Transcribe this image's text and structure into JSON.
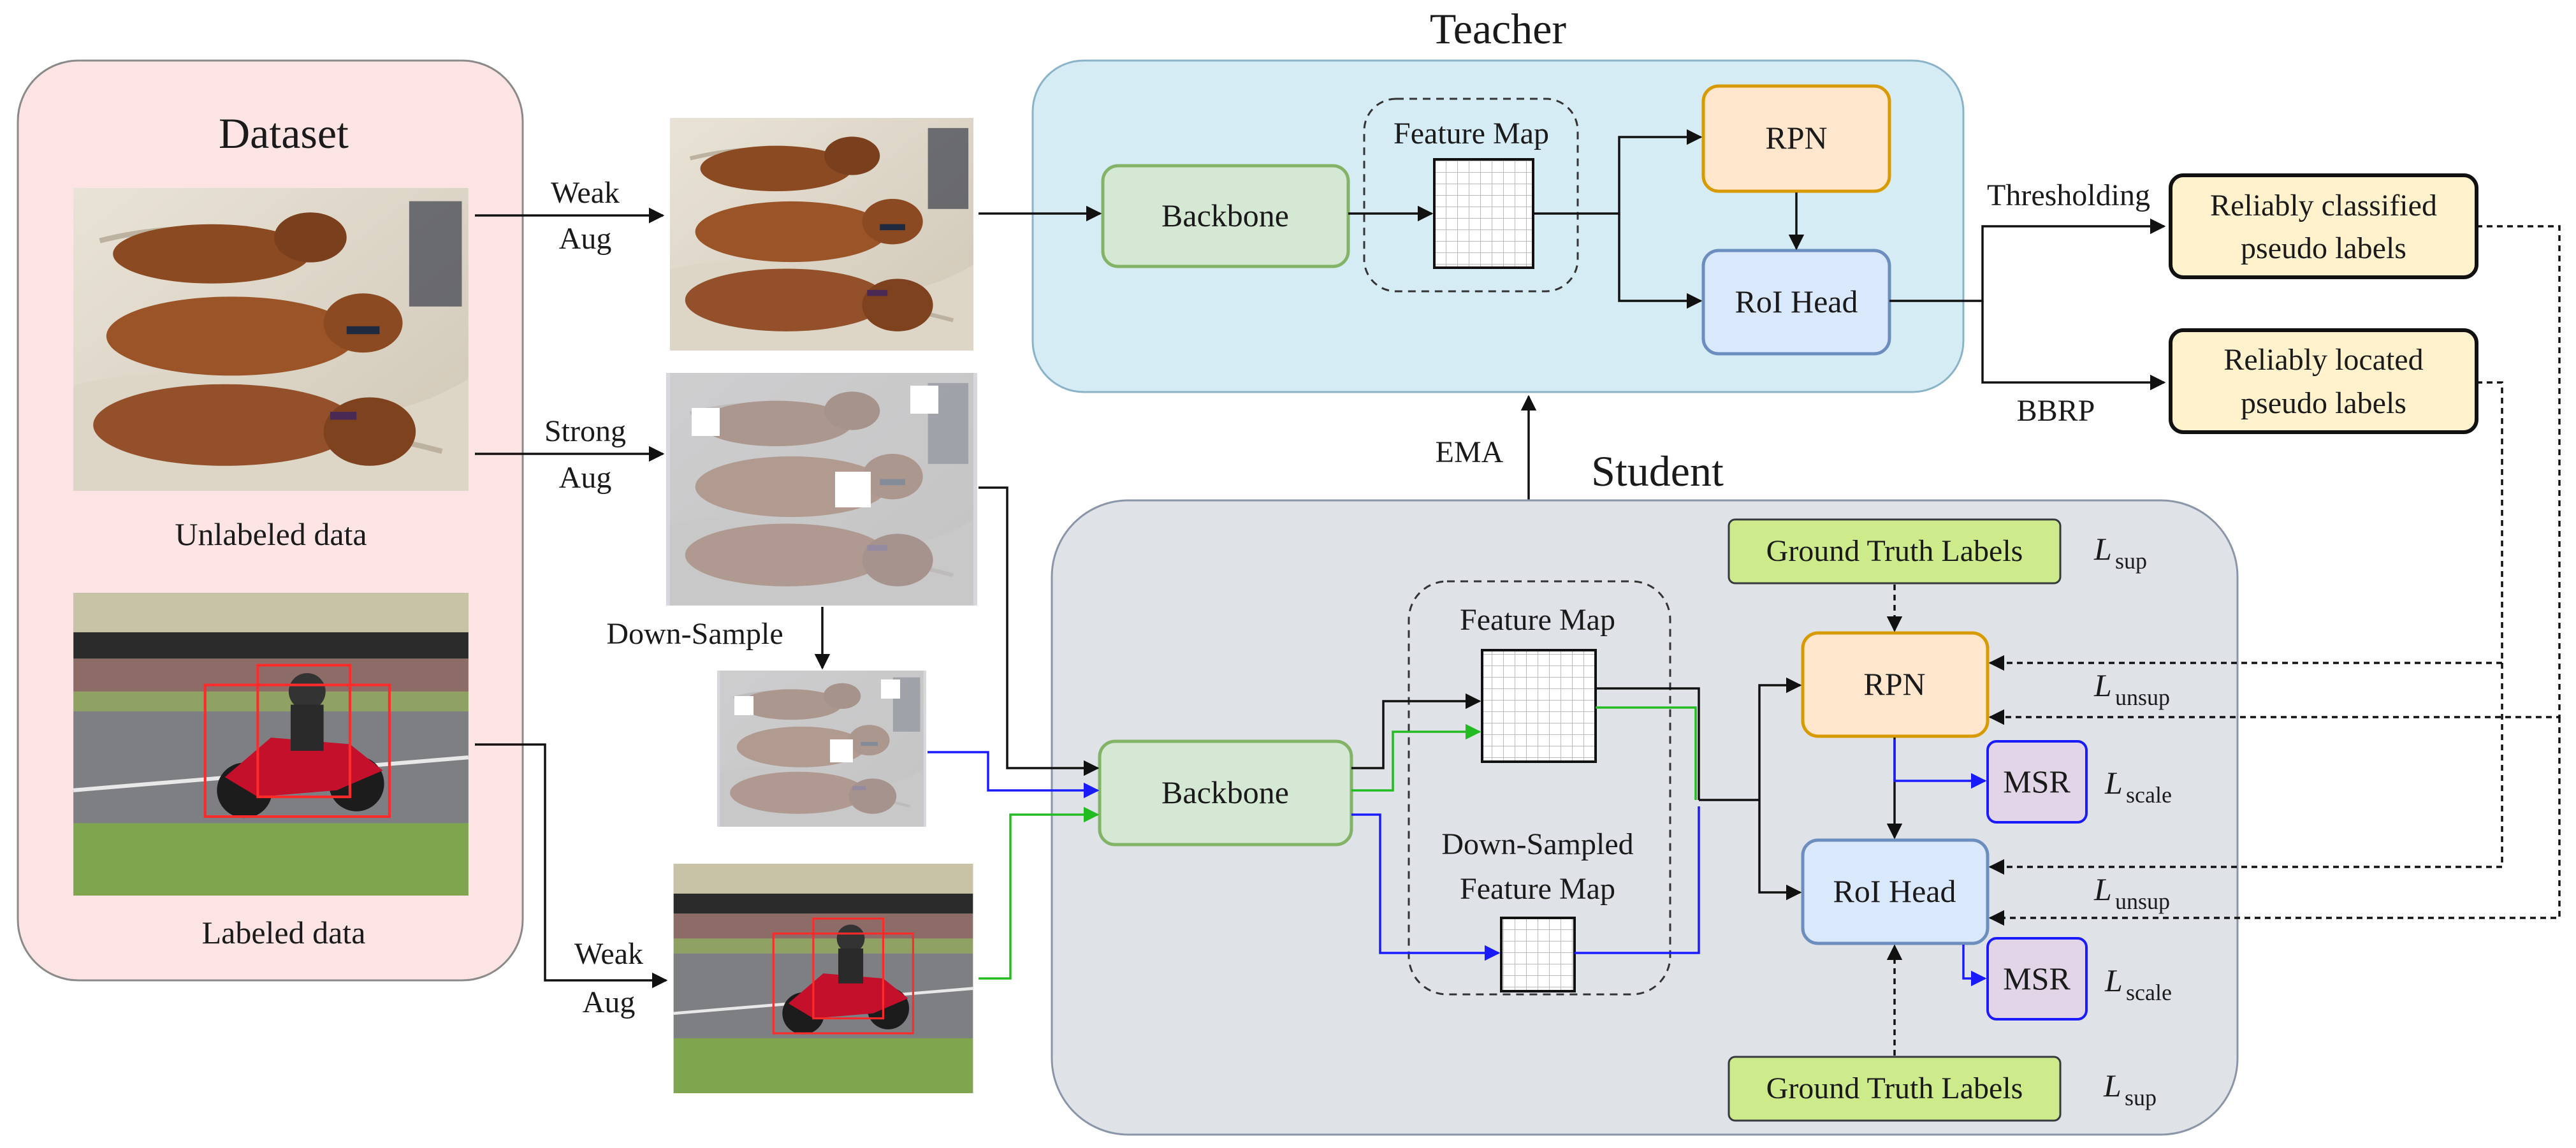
{
  "titles": {
    "teacher": "Teacher",
    "student": "Student",
    "dataset": "Dataset"
  },
  "dataset": {
    "unlabeled": "Unlabeled data",
    "labeled": "Labeled data"
  },
  "augmentations": {
    "weak1": [
      "Weak",
      "Aug"
    ],
    "strong": [
      "Strong",
      "Aug"
    ],
    "weak2": [
      "Weak",
      "Aug"
    ],
    "downsample": "Down-Sample"
  },
  "teacher": {
    "backbone": "Backbone",
    "feature_map": "Feature Map",
    "rpn": "RPN",
    "roi_head": "RoI Head"
  },
  "student": {
    "backbone": "Backbone",
    "feature_map": "Feature Map",
    "downsampled_feature_map": [
      "Down-Sampled",
      "Feature Map"
    ],
    "rpn": "RPN",
    "roi_head": "RoI Head",
    "msr": "MSR",
    "ground_truth": "Ground Truth Labels"
  },
  "edges": {
    "ema": "EMA",
    "thresholding": "Thresholding",
    "bbrp": "BBRP"
  },
  "pseudo_labels": {
    "classified": [
      "Reliably classified",
      "pseudo labels"
    ],
    "located": [
      "Reliably located",
      "pseudo labels"
    ]
  },
  "losses": {
    "L": "L",
    "sup": "sup",
    "unsup": "unsup",
    "scale": "scale"
  },
  "colors": {
    "dataset_bg": "#fde4e4",
    "teacher_bg": "#d6ecf5",
    "student_bg": "#dfe3e8",
    "backbone": "#d5e8d4",
    "rpn": "#ffe6cc",
    "roi": "#dae8fc",
    "msr": "#e1d5e7",
    "gt": "#cdeb8b",
    "pseudo": "#fff2cc",
    "blue_arrow": "#1a1aff",
    "green_arrow": "#22bb22"
  },
  "icons": {
    "photo": "photo-icon",
    "grid": "feature-grid-icon"
  }
}
